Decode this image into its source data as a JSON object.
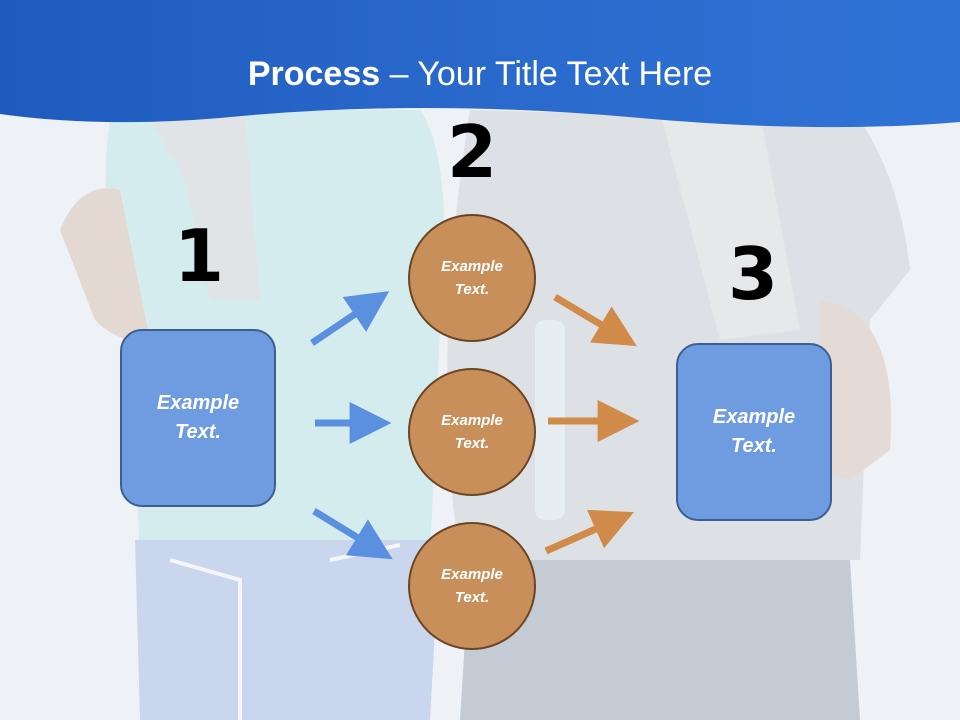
{
  "title": {
    "strong": "Process",
    "rest": " – Your Title Text Here"
  },
  "steps": [
    {
      "number": "1",
      "text_line1": "Example",
      "text_line2": "Text."
    },
    {
      "number": "2",
      "text_line1": "Example",
      "text_line2": "Text."
    },
    {
      "number": "3",
      "text_line1": "Example",
      "text_line2": "Text."
    }
  ],
  "circles": [
    {
      "text_line1": "Example",
      "text_line2": "Text."
    },
    {
      "text_line1": "Example",
      "text_line2": "Text."
    },
    {
      "text_line1": "Example",
      "text_line2": "Text."
    }
  ],
  "colors": {
    "header": "#2f6fcf",
    "box_fill": "#6f9ce0",
    "circle_fill": "#c98f5a",
    "arrow_blue": "#5b8fe0",
    "arrow_orange": "#d08a4a"
  }
}
